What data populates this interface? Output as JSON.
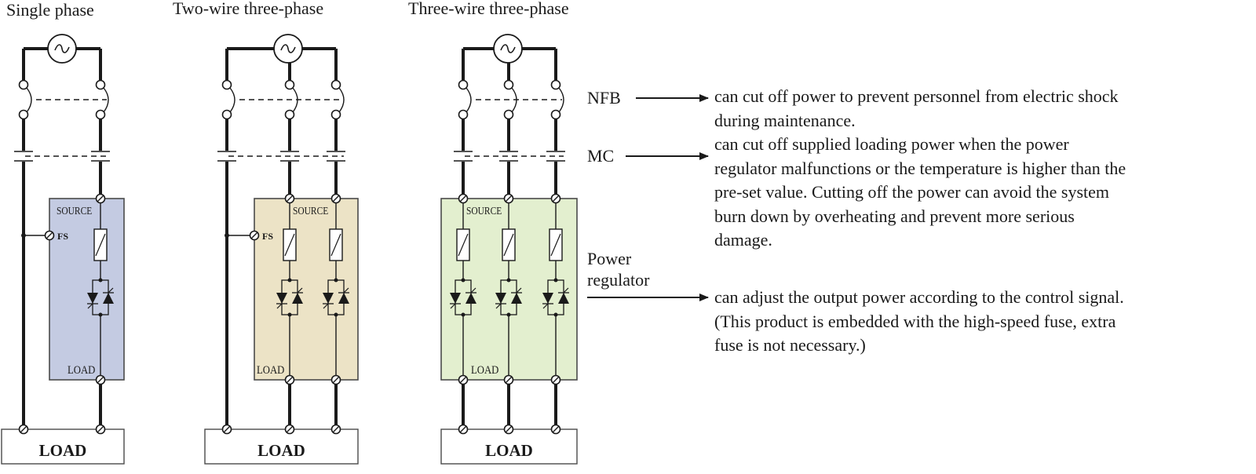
{
  "circuits": [
    {
      "id": "single-phase",
      "title": "Single phase",
      "box_color": "#c4cbe2",
      "source_label": "SOURCE",
      "load_terminal_label": "LOAD",
      "fs_label": "FS",
      "has_fs": true,
      "load_label": "LOAD",
      "phases": 2,
      "regulated_phases": 1
    },
    {
      "id": "two-wire-three-phase",
      "title": "Two-wire three-phase",
      "box_color": "#ece3c6",
      "source_label": "SOURCE",
      "load_terminal_label": "LOAD",
      "fs_label": "FS",
      "has_fs": true,
      "load_label": "LOAD",
      "phases": 3,
      "regulated_phases": 2
    },
    {
      "id": "three-wire-three-phase",
      "title": "Three-wire three-phase",
      "box_color": "#e3efcf",
      "source_label": "SOURCE",
      "load_terminal_label": "LOAD",
      "fs_label": "",
      "has_fs": false,
      "load_label": "LOAD",
      "phases": 3,
      "regulated_phases": 3
    }
  ],
  "callouts": [
    {
      "id": "nfb",
      "label": "NFB",
      "description": [
        "can cut off power to prevent personnel from electric  shock",
        "during maintenance."
      ]
    },
    {
      "id": "mc",
      "label": "MC",
      "description": [
        "can cut off supplied loading power when the power",
        "regulator malfunctions or the temperature is higher than the",
        "pre-set value. Cutting off the power can avoid the system",
        "burn down by overheating and prevent more serious",
        "damage."
      ]
    },
    {
      "id": "power-regulator",
      "label": [
        "Power",
        "regulator"
      ],
      "description": [
        "can adjust the output power according to the control signal.",
        "(This product is embedded with the high-speed fuse, extra",
        "fuse is not necessary.)"
      ]
    }
  ],
  "colors": {
    "line": "#1a1a1a",
    "box_border": "#4a4a4a"
  }
}
